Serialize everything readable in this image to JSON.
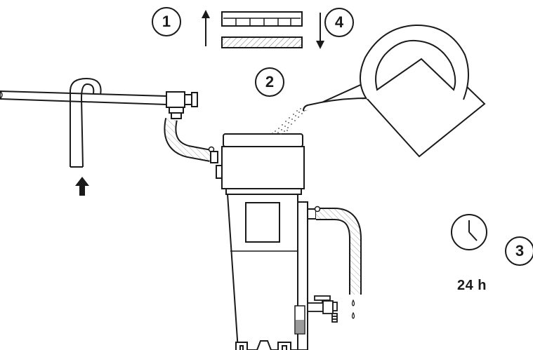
{
  "steps": {
    "s1": "1",
    "s2": "2",
    "s3": "3",
    "s4": "4"
  },
  "duration": "24 h",
  "icons": [
    "arrow-up-icon",
    "arrow-down-icon",
    "clock-icon",
    "water-drop-icon",
    "watering-can-icon",
    "inlet-arrow-icon"
  ],
  "colors": {
    "line": "#1a1a1a",
    "background": "#ffffff"
  }
}
